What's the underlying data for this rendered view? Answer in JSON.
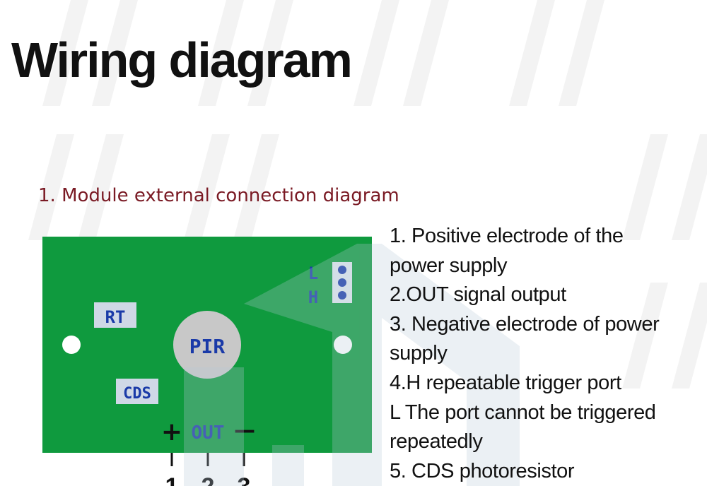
{
  "page": {
    "title": "Wiring diagram",
    "section_title": "1. Module external connection diagram"
  },
  "board": {
    "color": "#0f9a3e",
    "labels": {
      "rt": "RT",
      "cds": "CDS",
      "pir": "PIR",
      "l": "L",
      "h": "H",
      "plus": "+",
      "out": "OUT",
      "minus": "—"
    },
    "pins": [
      "1",
      "2",
      "3"
    ]
  },
  "description": [
    "1. Positive electrode of the",
    "power supply",
    "2.OUT signal output",
    "3. Negative electrode of power",
    "supply",
    "4.H repeatable trigger port",
    "L The port cannot be triggered",
    "repeatedly",
    "5. CDS photoresistor"
  ]
}
